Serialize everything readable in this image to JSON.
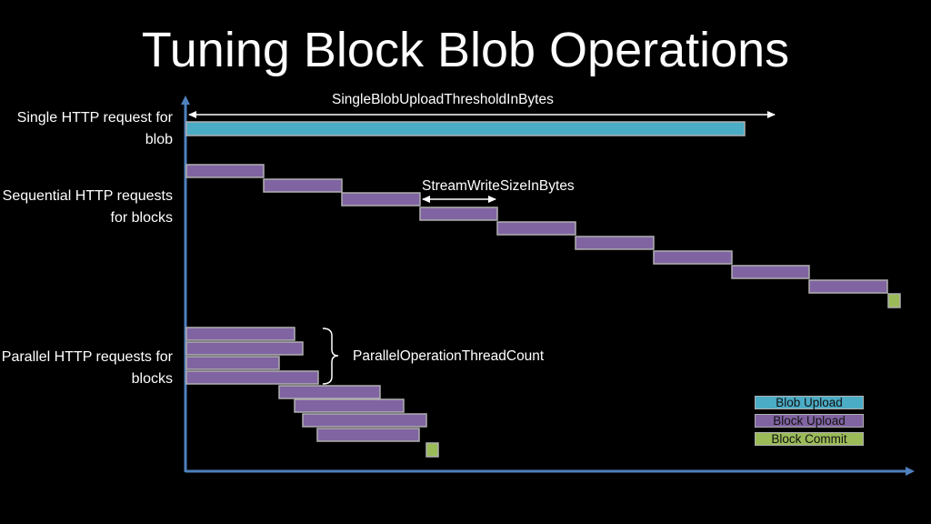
{
  "title": "Tuning Block Blob Operations",
  "row_labels": {
    "single": "Single HTTP request for blob",
    "sequential": "Sequential HTTP requests for blocks",
    "parallel": "Parallel HTTP requests for blocks"
  },
  "annotations": {
    "threshold": "SingleBlobUploadThresholdInBytes",
    "stream_write_size": "StreamWriteSizeInBytes",
    "thread_count": "ParallelOperationThreadCount"
  },
  "legend": [
    {
      "label": "Blob Upload",
      "color": "#4bacc6"
    },
    {
      "label": "Block Upload",
      "color": "#8064a2"
    },
    {
      "label": "Block Commit",
      "color": "#9bbb59"
    }
  ],
  "colors": {
    "axis": "#4f81bd",
    "blob_upload": "#4bacc6",
    "block_upload": "#8064a2",
    "block_commit": "#9bbb59",
    "border": "#b0b0b0"
  }
}
